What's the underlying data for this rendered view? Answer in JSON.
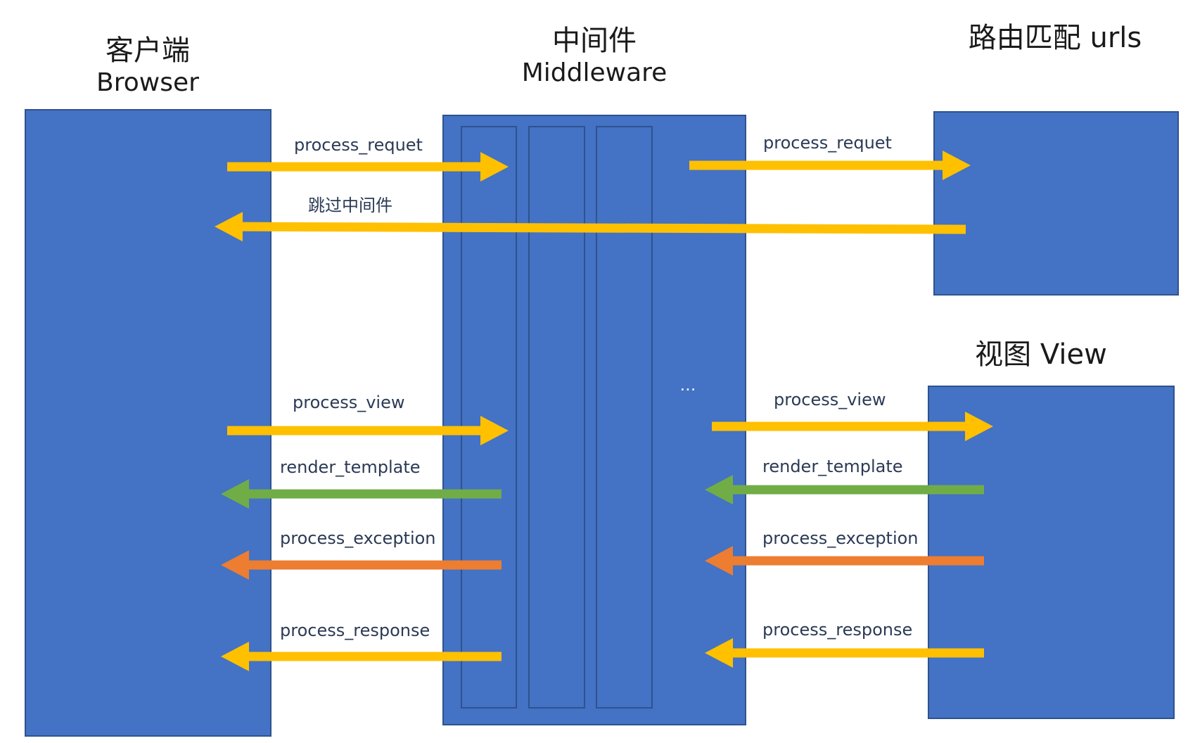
{
  "titles": {
    "browser_cn": "客户端",
    "browser_en": "Browser",
    "middleware_cn": "中间件",
    "middleware_en": "Middleware",
    "urls": "路由匹配 urls",
    "view": "视图 View"
  },
  "ellipsis": "...",
  "arrows": {
    "left_process_request": "process_requet",
    "right_process_request": "process_requet",
    "skip_middleware": "跳过中间件",
    "left_process_view": "process_view",
    "right_process_view": "process_view",
    "left_render_template": "render_template",
    "right_render_template": "render_template",
    "left_process_exception": "process_exception",
    "right_process_exception": "process_exception",
    "left_process_response": "process_response",
    "right_process_response": "process_response"
  },
  "colors": {
    "box_fill": "#4472C4",
    "box_stroke": "#2F528F",
    "request_arrow": "#FFC000",
    "template_arrow": "#70AD47",
    "exception_arrow": "#ED7D31",
    "response_arrow": "#FFC000"
  }
}
